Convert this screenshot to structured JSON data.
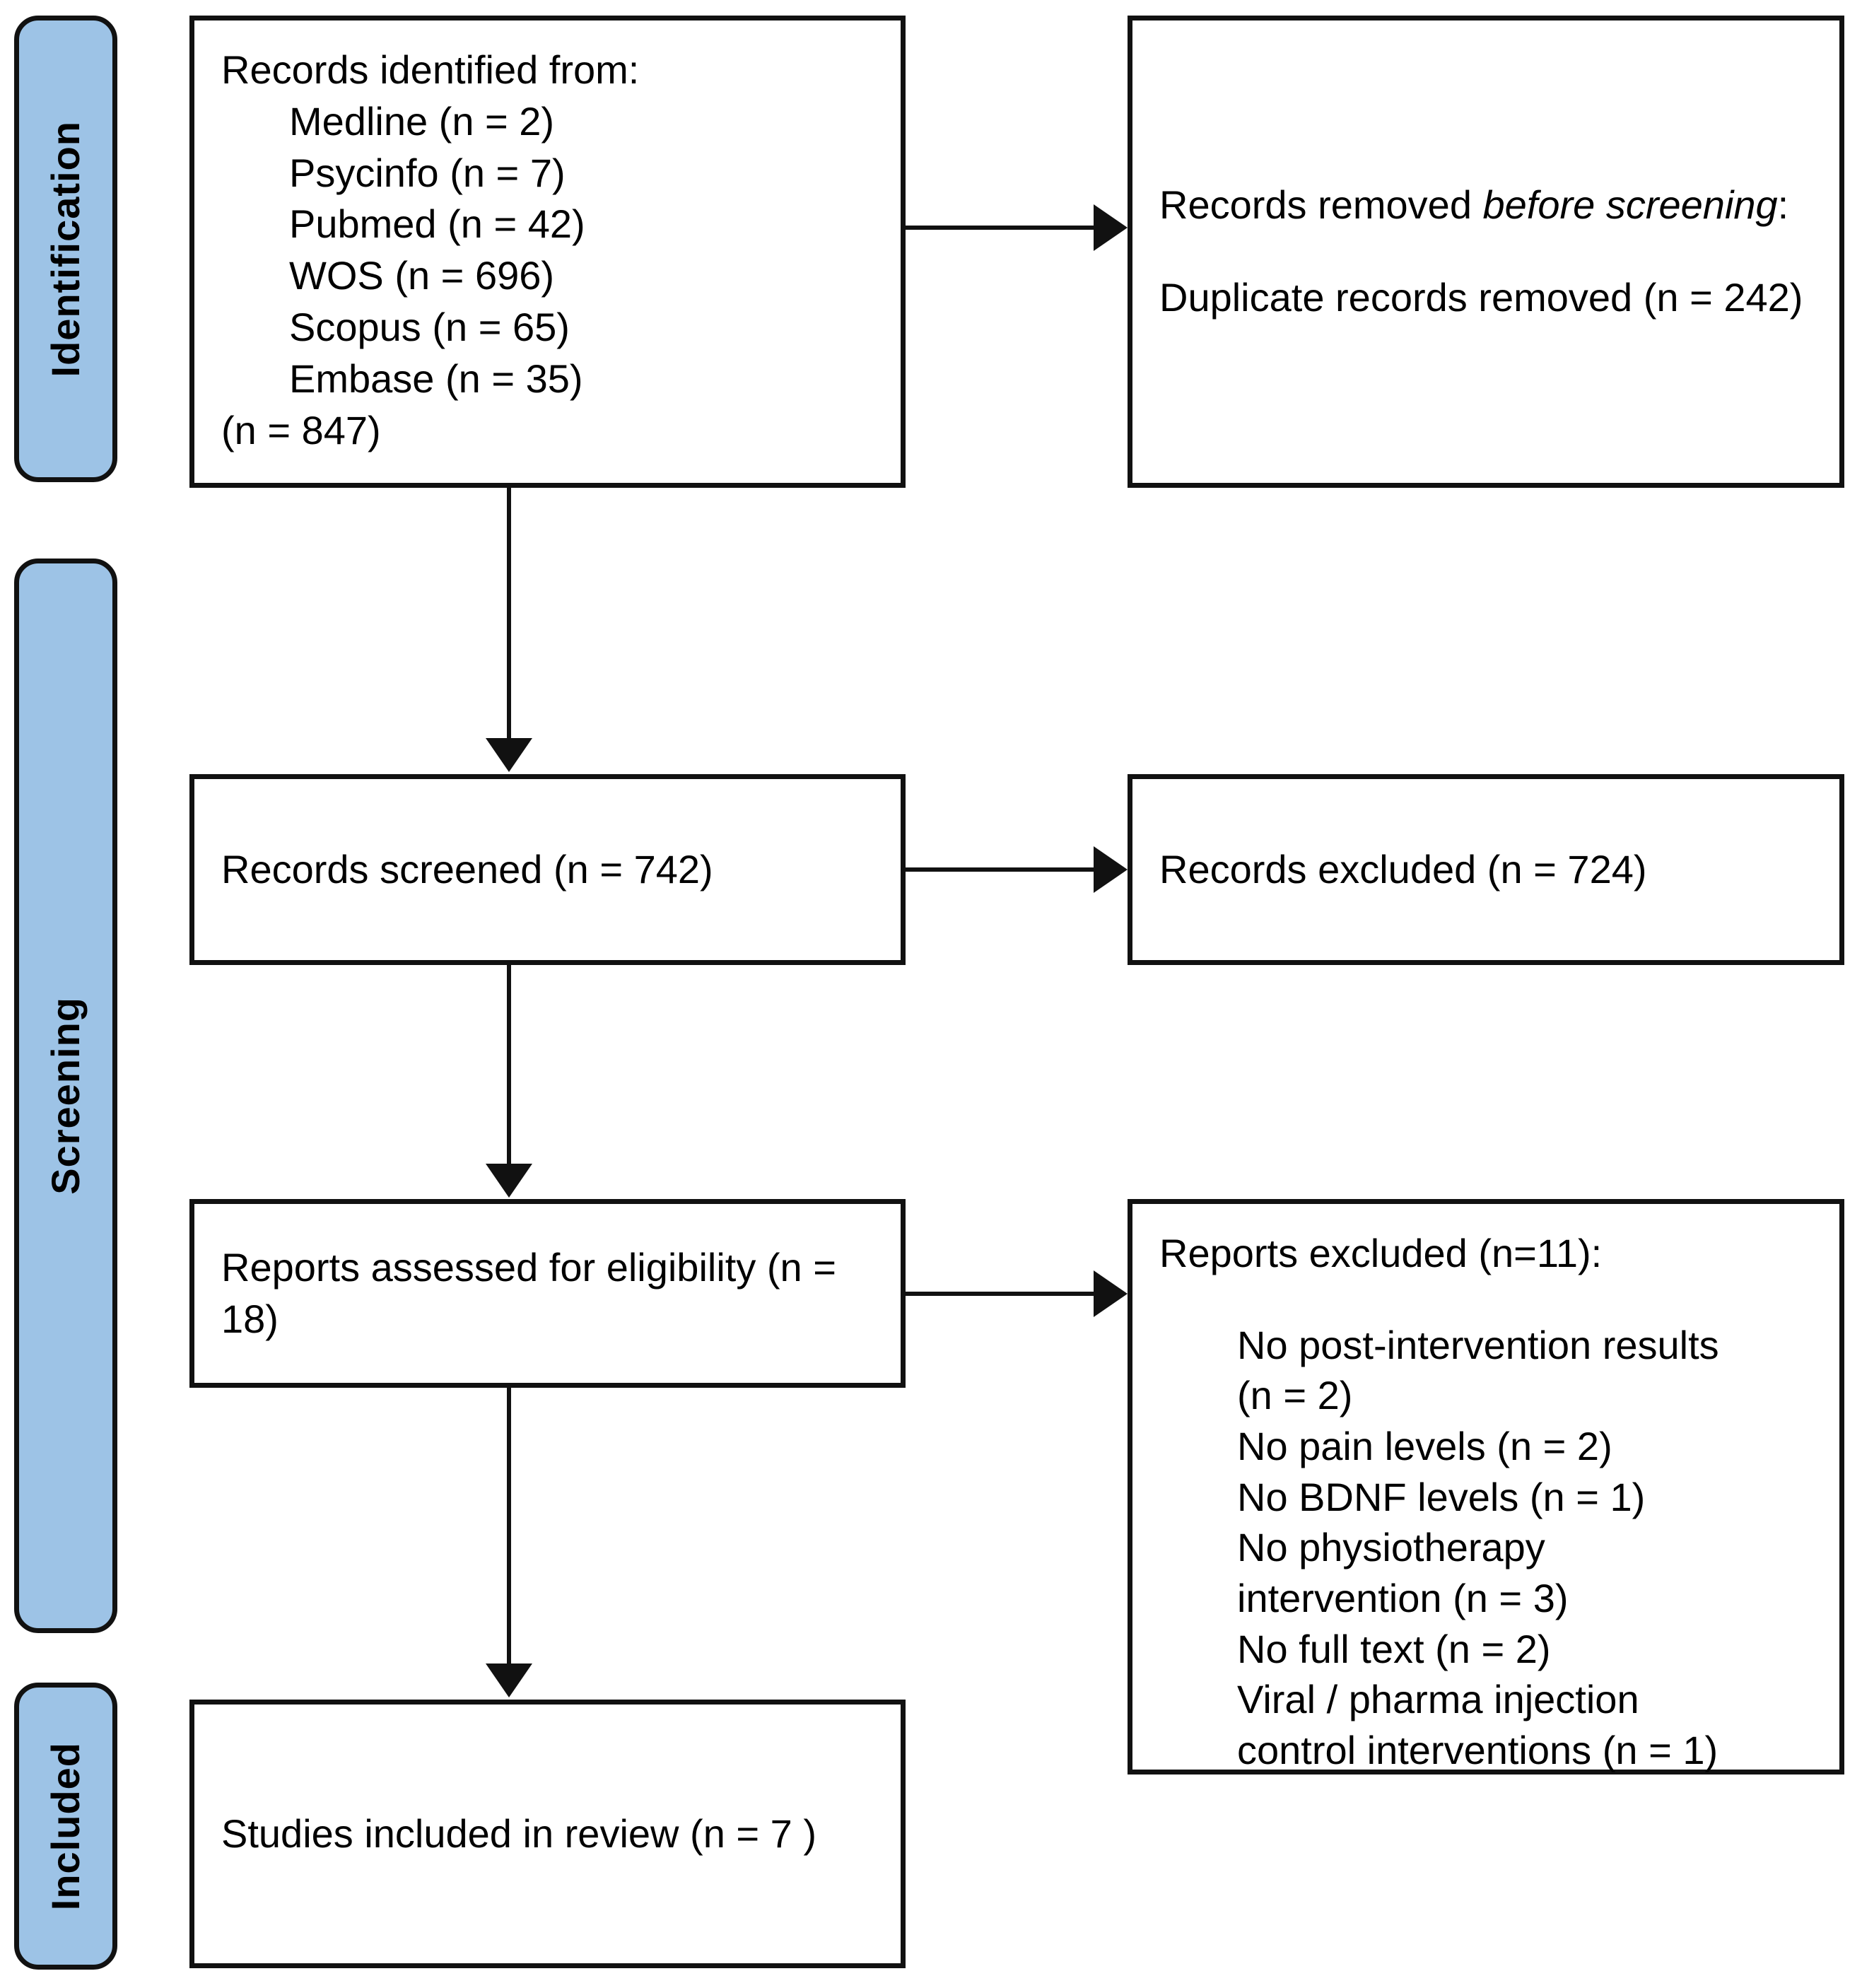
{
  "diagram": {
    "title": "PRISMA 2020 flow diagram",
    "accent_color": "#9DC3E6",
    "line_color": "#111111",
    "background_color": "#FFFFFF"
  },
  "phases": [
    {
      "id": "identification",
      "label": "Identification"
    },
    {
      "id": "screening",
      "label": "Screening"
    },
    {
      "id": "included",
      "label": "Included"
    }
  ],
  "boxes": {
    "records_identified": {
      "heading": "Records identified from:",
      "sources": [
        "Medline (n = 2)",
        "Psycinfo (n = 7)",
        "Pubmed (n = 42)",
        "WOS (n = 696)",
        "Scopus (n = 65)",
        "Embase (n = 35)"
      ],
      "total": "(n = 847)"
    },
    "records_removed": {
      "heading_plain": "Records removed ",
      "heading_italic": "before screening",
      "heading_colon": ":",
      "detail": "Duplicate records removed",
      "detail_count": "(n = 242)"
    },
    "records_screened": {
      "text": "Records screened (n = 742)"
    },
    "records_excluded": {
      "text": "Records excluded (n = 724)"
    },
    "reports_assessed": {
      "line1": "Reports assessed for eligibility",
      "line2": "(n = 18)"
    },
    "reports_excluded": {
      "heading": "Reports excluded (n=11):",
      "reasons": [
        "No post-intervention results",
        "(n = 2)",
        "No pain levels (n = 2)",
        "No BDNF levels (n = 1)",
        "No physiotherapy",
        "intervention (n = 3)",
        "No full text (n = 2)",
        "Viral / pharma injection",
        "control interventions (n = 1)"
      ]
    },
    "studies_included": {
      "line1": "Studies included in review",
      "line2": "(n = 7 )"
    }
  }
}
